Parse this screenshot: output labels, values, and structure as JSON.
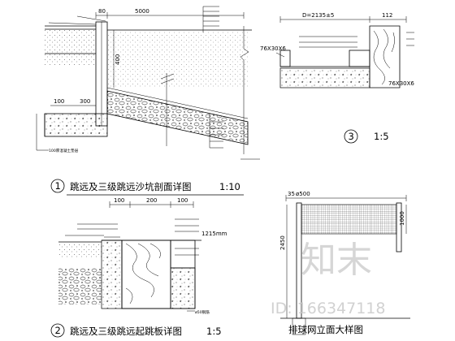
{
  "detail1": {
    "number": "1",
    "title": "跳远及三级跳远沙坑剖面详图",
    "scale": "1:10",
    "dims": [
      "80",
      "5000",
      "400",
      "100",
      "300"
    ],
    "bottom_note": "100厚混凝土垫层"
  },
  "detail2": {
    "number": "2",
    "title": "跳远及三级跳远起跳板详图",
    "scale": "1:5",
    "dims": [
      "100",
      "200",
      "100",
      "1215mm"
    ],
    "note": "ø50钢筋"
  },
  "detail3": {
    "number": "3",
    "scale": "1:5",
    "dims": [
      "D=2135±5",
      "112"
    ],
    "labels": [
      "76X30X6",
      "76X30X6"
    ]
  },
  "net_elevation": {
    "title": "排球网立面大样图",
    "dims": [
      "2450",
      "1000",
      "ø500",
      "35"
    ]
  },
  "watermark": {
    "text": "知末",
    "id_text": "ID: 166347118"
  }
}
